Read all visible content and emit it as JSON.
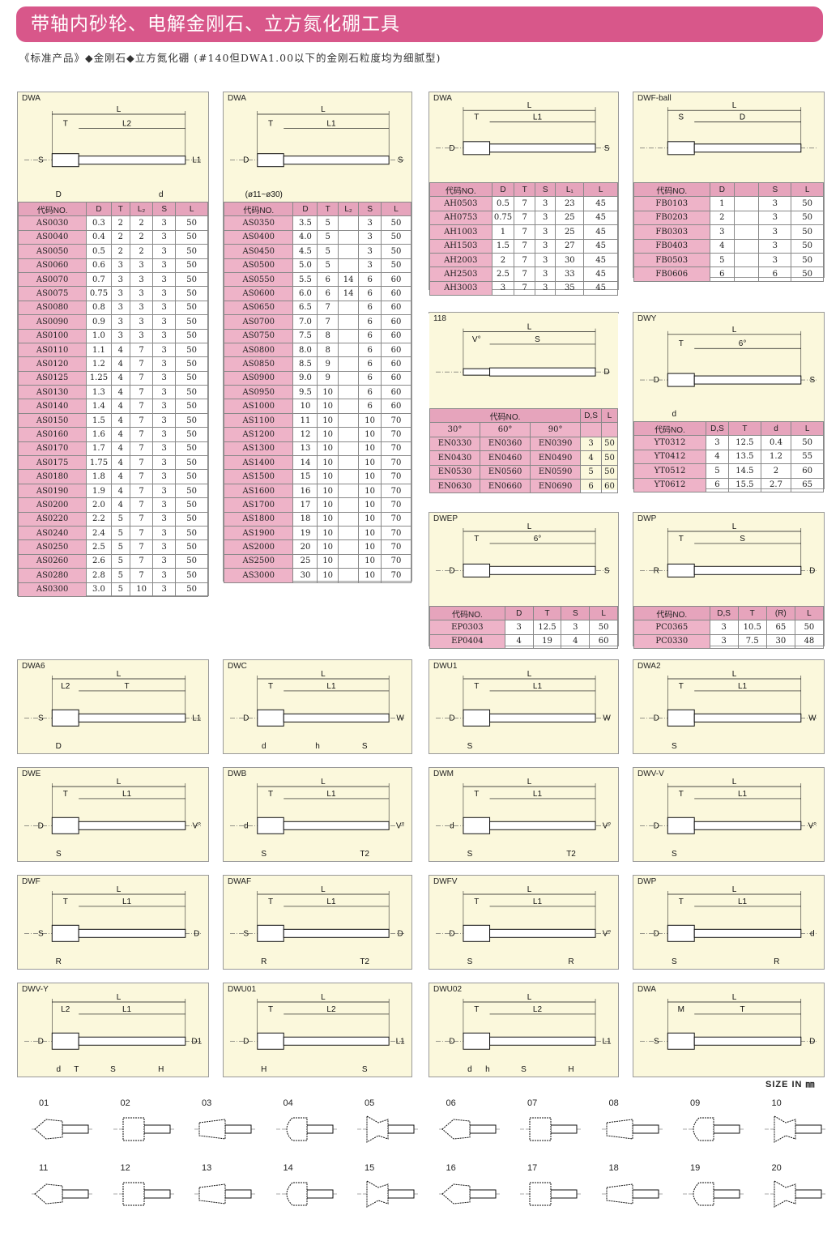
{
  "title": "带轴内砂轮、电解金刚石、立方氮化硼工具",
  "subtitle": "《标准产品》◆金刚石◆立方氮化硼 (#140但DWA1.00以下的金刚石粒度均为细腻型)",
  "size_note": "SIZE IN ㎜",
  "shape_numbers": [
    "01",
    "02",
    "03",
    "04",
    "05",
    "06",
    "07",
    "08",
    "09",
    "10",
    "11",
    "12",
    "13",
    "14",
    "15",
    "16",
    "17",
    "18",
    "19",
    "20"
  ],
  "t_dwa1": {
    "type": "DWA",
    "labels": [
      "L",
      "T",
      "L2",
      "L1",
      "S",
      "D",
      "d"
    ],
    "headers": [
      "代码NO.",
      "D",
      "T",
      "L₂",
      "S",
      "L"
    ],
    "rows": [
      [
        "AS0030",
        "0.3",
        "2",
        "2",
        "3",
        "50"
      ],
      [
        "AS0040",
        "0.4",
        "2",
        "2",
        "3",
        "50"
      ],
      [
        "AS0050",
        "0.5",
        "2",
        "2",
        "3",
        "50"
      ],
      [
        "AS0060",
        "0.6",
        "3",
        "3",
        "3",
        "50"
      ],
      [
        "AS0070",
        "0.7",
        "3",
        "3",
        "3",
        "50"
      ],
      [
        "AS0075",
        "0.75",
        "3",
        "3",
        "3",
        "50"
      ],
      [
        "AS0080",
        "0.8",
        "3",
        "3",
        "3",
        "50"
      ],
      [
        "AS0090",
        "0.9",
        "3",
        "3",
        "3",
        "50"
      ],
      [
        "AS0100",
        "1.0",
        "3",
        "3",
        "3",
        "50"
      ],
      [
        "AS0110",
        "1.1",
        "4",
        "7",
        "3",
        "50"
      ],
      [
        "AS0120",
        "1.2",
        "4",
        "7",
        "3",
        "50"
      ],
      [
        "AS0125",
        "1.25",
        "4",
        "7",
        "3",
        "50"
      ],
      [
        "AS0130",
        "1.3",
        "4",
        "7",
        "3",
        "50"
      ],
      [
        "AS0140",
        "1.4",
        "4",
        "7",
        "3",
        "50"
      ],
      [
        "AS0150",
        "1.5",
        "4",
        "7",
        "3",
        "50"
      ],
      [
        "AS0160",
        "1.6",
        "4",
        "7",
        "3",
        "50"
      ],
      [
        "AS0170",
        "1.7",
        "4",
        "7",
        "3",
        "50"
      ],
      [
        "AS0175",
        "1.75",
        "4",
        "7",
        "3",
        "50"
      ],
      [
        "AS0180",
        "1.8",
        "4",
        "7",
        "3",
        "50"
      ],
      [
        "AS0190",
        "1.9",
        "4",
        "7",
        "3",
        "50"
      ],
      [
        "AS0200",
        "2.0",
        "4",
        "7",
        "3",
        "50"
      ],
      [
        "AS0220",
        "2.2",
        "5",
        "7",
        "3",
        "50"
      ],
      [
        "AS0240",
        "2.4",
        "5",
        "7",
        "3",
        "50"
      ],
      [
        "AS0250",
        "2.5",
        "5",
        "7",
        "3",
        "50"
      ],
      [
        "AS0260",
        "2.6",
        "5",
        "7",
        "3",
        "50"
      ],
      [
        "AS0280",
        "2.8",
        "5",
        "7",
        "3",
        "50"
      ],
      [
        "AS0300",
        "3.0",
        "5",
        "10",
        "3",
        "50"
      ]
    ]
  },
  "t_dwa2": {
    "type": "DWA",
    "labels": [
      "L",
      "T",
      "L1",
      "S",
      "D",
      "(ø11~ø30)"
    ],
    "headers": [
      "代码NO.",
      "D",
      "T",
      "L₂",
      "S",
      "L"
    ],
    "rows": [
      [
        "AS0350",
        "3.5",
        "5",
        "",
        "3",
        "50"
      ],
      [
        "AS0400",
        "4.0",
        "5",
        "",
        "3",
        "50"
      ],
      [
        "AS0450",
        "4.5",
        "5",
        "",
        "3",
        "50"
      ],
      [
        "AS0500",
        "5.0",
        "5",
        "",
        "3",
        "50"
      ],
      [
        "AS0550",
        "5.5",
        "6",
        "14",
        "6",
        "60"
      ],
      [
        "AS0600",
        "6.0",
        "6",
        "14",
        "6",
        "60"
      ],
      [
        "AS0650",
        "6.5",
        "7",
        "",
        "6",
        "60"
      ],
      [
        "AS0700",
        "7.0",
        "7",
        "",
        "6",
        "60"
      ],
      [
        "AS0750",
        "7.5",
        "8",
        "",
        "6",
        "60"
      ],
      [
        "AS0800",
        "8.0",
        "8",
        "",
        "6",
        "60"
      ],
      [
        "AS0850",
        "8.5",
        "9",
        "",
        "6",
        "60"
      ],
      [
        "AS0900",
        "9.0",
        "9",
        "",
        "6",
        "60"
      ],
      [
        "AS0950",
        "9.5",
        "10",
        "",
        "6",
        "60"
      ],
      [
        "AS1000",
        "10",
        "10",
        "",
        "6",
        "60"
      ],
      [
        "AS1100",
        "11",
        "10",
        "",
        "10",
        "70"
      ],
      [
        "AS1200",
        "12",
        "10",
        "",
        "10",
        "70"
      ],
      [
        "AS1300",
        "13",
        "10",
        "",
        "10",
        "70"
      ],
      [
        "AS1400",
        "14",
        "10",
        "",
        "10",
        "70"
      ],
      [
        "AS1500",
        "15",
        "10",
        "",
        "10",
        "70"
      ],
      [
        "AS1600",
        "16",
        "10",
        "",
        "10",
        "70"
      ],
      [
        "AS1700",
        "17",
        "10",
        "",
        "10",
        "70"
      ],
      [
        "AS1800",
        "18",
        "10",
        "",
        "10",
        "70"
      ],
      [
        "AS1900",
        "19",
        "10",
        "",
        "10",
        "70"
      ],
      [
        "AS2000",
        "20",
        "10",
        "",
        "10",
        "70"
      ],
      [
        "AS2500",
        "25",
        "10",
        "",
        "10",
        "70"
      ],
      [
        "AS3000",
        "30",
        "10",
        "",
        "10",
        "70"
      ]
    ]
  },
  "t_dwa3": {
    "type": "DWA",
    "labels": [
      "L",
      "T",
      "L1",
      "S",
      "D"
    ],
    "headers": [
      "代码NO.",
      "D",
      "T",
      "S",
      "L₁",
      "L"
    ],
    "rows": [
      [
        "AH0503",
        "0.5",
        "7",
        "3",
        "23",
        "45"
      ],
      [
        "AH0753",
        "0.75",
        "7",
        "3",
        "25",
        "45"
      ],
      [
        "AH1003",
        "1",
        "7",
        "3",
        "25",
        "45"
      ],
      [
        "AH1503",
        "1.5",
        "7",
        "3",
        "27",
        "45"
      ],
      [
        "AH2003",
        "2",
        "7",
        "3",
        "30",
        "45"
      ],
      [
        "AH2503",
        "2.5",
        "7",
        "3",
        "33",
        "45"
      ],
      [
        "AH3003",
        "3",
        "7",
        "3",
        "35",
        "45"
      ]
    ]
  },
  "t_ball": {
    "type": "DWF-ball",
    "labels": [
      "L",
      "S",
      "D"
    ],
    "headers": [
      "代码NO.",
      "D",
      "",
      "S",
      "L"
    ],
    "rows": [
      [
        "FB0103",
        "1",
        "",
        "3",
        "50"
      ],
      [
        "FB0203",
        "2",
        "",
        "3",
        "50"
      ],
      [
        "FB0303",
        "3",
        "",
        "3",
        "50"
      ],
      [
        "FB0403",
        "4",
        "",
        "3",
        "50"
      ],
      [
        "FB0503",
        "5",
        "",
        "3",
        "50"
      ],
      [
        "FB0606",
        "6",
        "",
        "6",
        "50"
      ]
    ]
  },
  "t_dwe": {
    "type": "DWE",
    "labels": [
      "L",
      "V°",
      "S",
      "D"
    ],
    "head1": [
      "代码NO.",
      "D,S",
      "L"
    ],
    "head2": [
      "30°",
      "60°",
      "90°"
    ],
    "rows": [
      [
        "EN0330",
        "EN0360",
        "EN0390",
        "3",
        "50"
      ],
      [
        "EN0430",
        "EN0460",
        "EN0490",
        "4",
        "50"
      ],
      [
        "EN0530",
        "EN0560",
        "EN0590",
        "5",
        "50"
      ],
      [
        "EN0630",
        "EN0660",
        "EN0690",
        "6",
        "60"
      ]
    ]
  },
  "t_dwy": {
    "type": "DWY",
    "labels": [
      "L",
      "T",
      "6°",
      "S",
      "D",
      "d"
    ],
    "headers": [
      "代码NO.",
      "D,S",
      "T",
      "d",
      "L"
    ],
    "rows": [
      [
        "YT0312",
        "3",
        "12.5",
        "0.4",
        "50"
      ],
      [
        "YT0412",
        "4",
        "13.5",
        "1.2",
        "55"
      ],
      [
        "YT0512",
        "5",
        "14.5",
        "2",
        "60"
      ],
      [
        "YT0612",
        "6",
        "15.5",
        "2.7",
        "65"
      ]
    ]
  },
  "t_dwep": {
    "type": "DWEP",
    "labels": [
      "L",
      "T",
      "6°",
      "S",
      "D"
    ],
    "headers": [
      "代码NO.",
      "D",
      "T",
      "S",
      "L"
    ],
    "rows": [
      [
        "EP0303",
        "3",
        "12.5",
        "3",
        "50"
      ],
      [
        "EP0404",
        "4",
        "19",
        "4",
        "60"
      ]
    ]
  },
  "t_dwp": {
    "type": "DWP",
    "labels": [
      "L",
      "T",
      "S",
      "D",
      "R"
    ],
    "headers": [
      "代码NO.",
      "D,S",
      "T",
      "(R)",
      "L"
    ],
    "rows": [
      [
        "PC0365",
        "3",
        "10.5",
        "65",
        "50"
      ],
      [
        "PC0330",
        "3",
        "7.5",
        "30",
        "48"
      ]
    ]
  },
  "diagrams": [
    {
      "type": "DWA6",
      "labels": [
        "L",
        "L2",
        "T",
        "L1",
        "S",
        "D"
      ]
    },
    {
      "type": "DWC",
      "labels": [
        "L",
        "T",
        "L1",
        "W",
        "D",
        "d",
        "S",
        "h"
      ]
    },
    {
      "type": "DWU1",
      "labels": [
        "L",
        "T",
        "L1",
        "W",
        "D",
        "S"
      ]
    },
    {
      "type": "DWA2",
      "labels": [
        "L",
        "T",
        "L1",
        "W",
        "D",
        "S"
      ]
    },
    {
      "type": "DWE",
      "labels": [
        "L",
        "T",
        "L1",
        "V°",
        "D",
        "S"
      ]
    },
    {
      "type": "DWB",
      "labels": [
        "L",
        "T",
        "L1",
        "V°",
        "d",
        "S",
        "T2"
      ]
    },
    {
      "type": "DWM",
      "labels": [
        "L",
        "T",
        "L1",
        "V°",
        "d",
        "S",
        "T2"
      ]
    },
    {
      "type": "DWV-V",
      "labels": [
        "L",
        "T",
        "L1",
        "V°",
        "D",
        "S"
      ]
    },
    {
      "type": "DWF",
      "labels": [
        "L",
        "T",
        "L1",
        "D",
        "S",
        "R"
      ]
    },
    {
      "type": "DWAF",
      "labels": [
        "L",
        "T",
        "L1",
        "D",
        "S",
        "R",
        "T2"
      ]
    },
    {
      "type": "DWFV",
      "labels": [
        "L",
        "T",
        "L1",
        "V°",
        "D",
        "S",
        "R"
      ]
    },
    {
      "type": "DWP",
      "labels": [
        "L",
        "T",
        "L1",
        "d",
        "D",
        "S",
        "R"
      ]
    },
    {
      "type": "DWV-Y",
      "labels": [
        "L",
        "L2",
        "L1",
        "D1",
        "D",
        "d",
        "H",
        "S",
        "T"
      ]
    },
    {
      "type": "DWU01",
      "labels": [
        "L",
        "T",
        "L2",
        "L1",
        "D",
        "H",
        "S"
      ]
    },
    {
      "type": "DWU02",
      "labels": [
        "L",
        "T",
        "L2",
        "L1",
        "D",
        "d",
        "H",
        "S",
        "h"
      ]
    },
    {
      "type": "DWA",
      "labels": [
        "L",
        "M",
        "T",
        "D",
        "S"
      ]
    }
  ]
}
